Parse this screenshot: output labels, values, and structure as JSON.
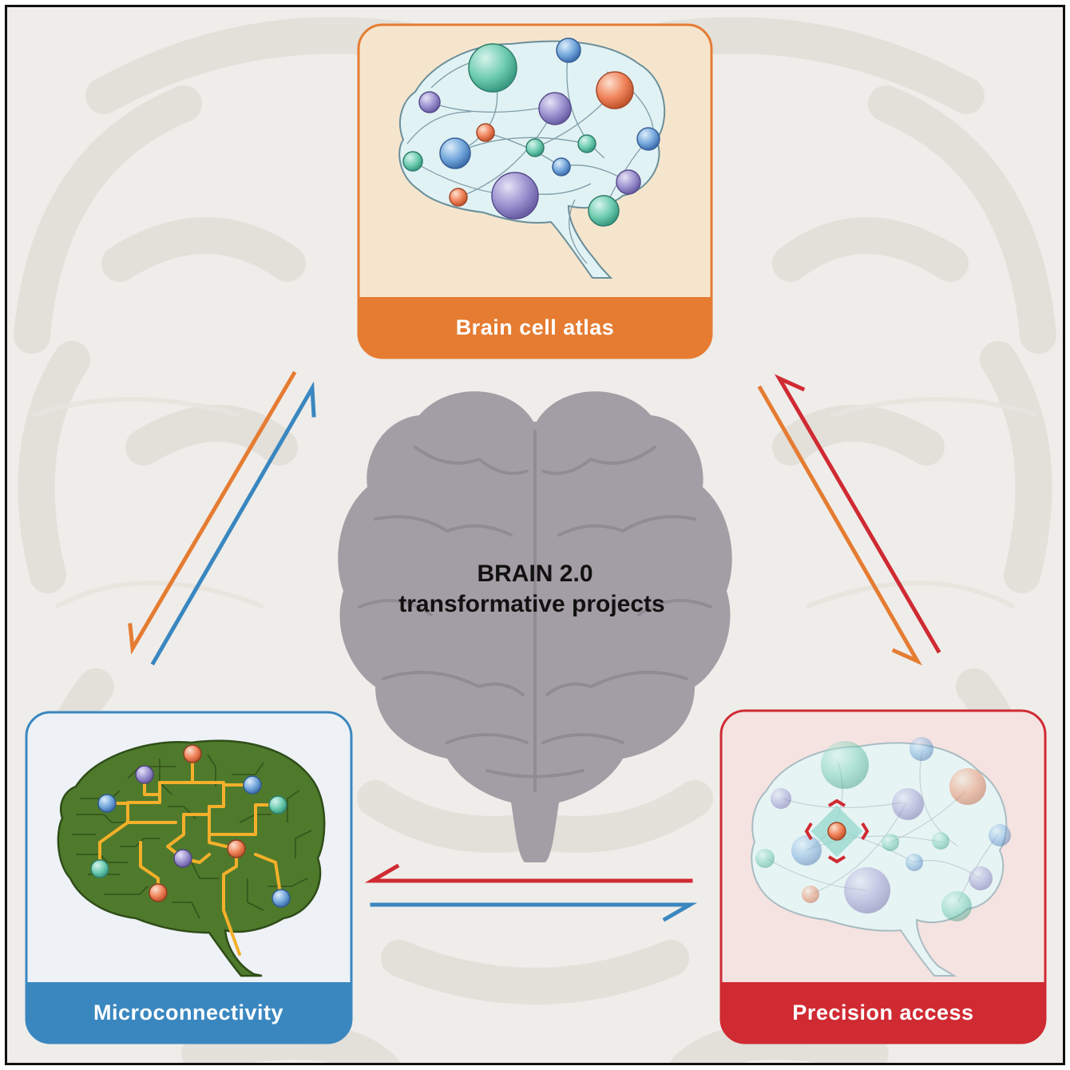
{
  "center": {
    "title": "BRAIN 2.0",
    "subtitle": "transformative projects"
  },
  "panels": [
    {
      "id": "atlas",
      "label": "Brain cell atlas",
      "accent": "#e57c32",
      "bg": "#f6e5cd"
    },
    {
      "id": "micro",
      "label": "Microconnectivity",
      "accent": "#3a87c0",
      "bg": "#eef2f6"
    },
    {
      "id": "precision",
      "label": "Precision access",
      "accent": "#d02a32",
      "bg": "#f5e3e1"
    }
  ],
  "icons": {
    "atlas": "brain-cell-network-icon",
    "micro": "brain-circuit-board-icon",
    "precision": "brain-target-cell-icon",
    "center": "brain-silhouette-icon"
  },
  "colors": {
    "orange": "#e57c32",
    "blue": "#3a87c0",
    "red": "#d02a32",
    "background": "#efedea"
  }
}
